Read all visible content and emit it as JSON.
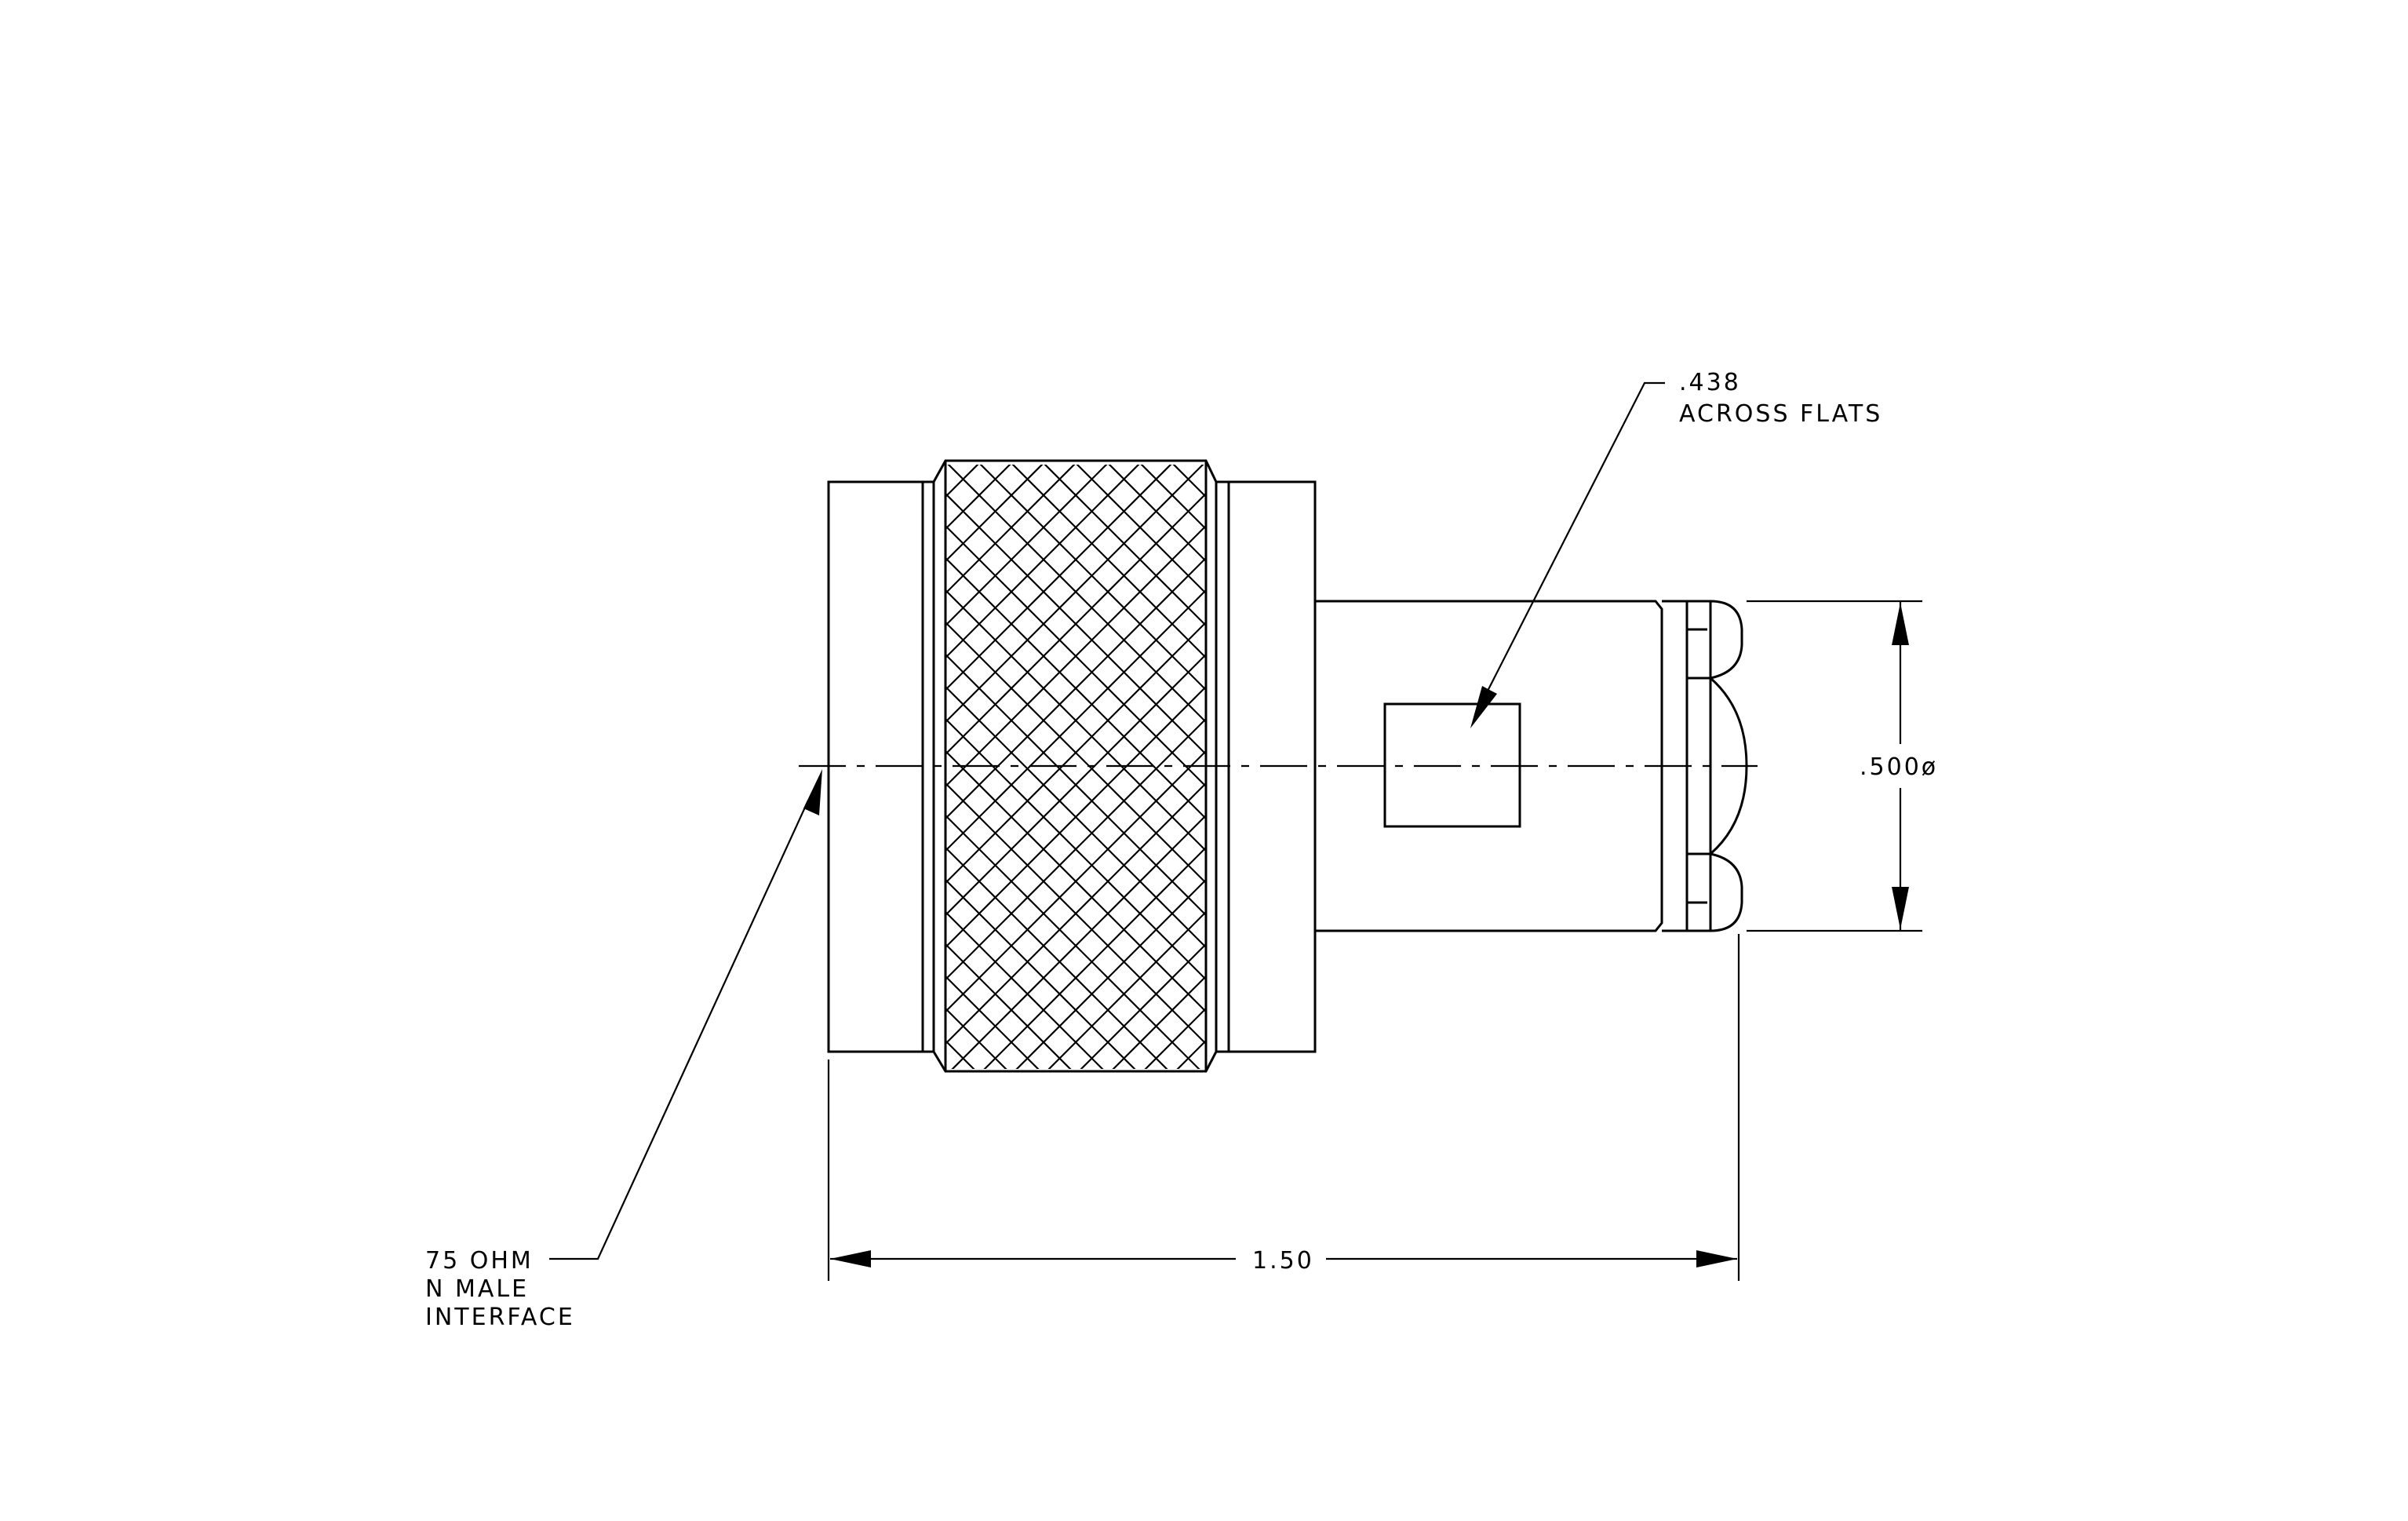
{
  "labels": {
    "flats_value": ".438",
    "flats_text": "ACROSS  FLATS",
    "diameter": ".500ø",
    "length": "1.50",
    "interface_line1": "75  OHM",
    "interface_line2": "N  MALE",
    "interface_line3": "INTERFACE"
  },
  "colors": {
    "line": "#000000",
    "background": "#ffffff"
  }
}
